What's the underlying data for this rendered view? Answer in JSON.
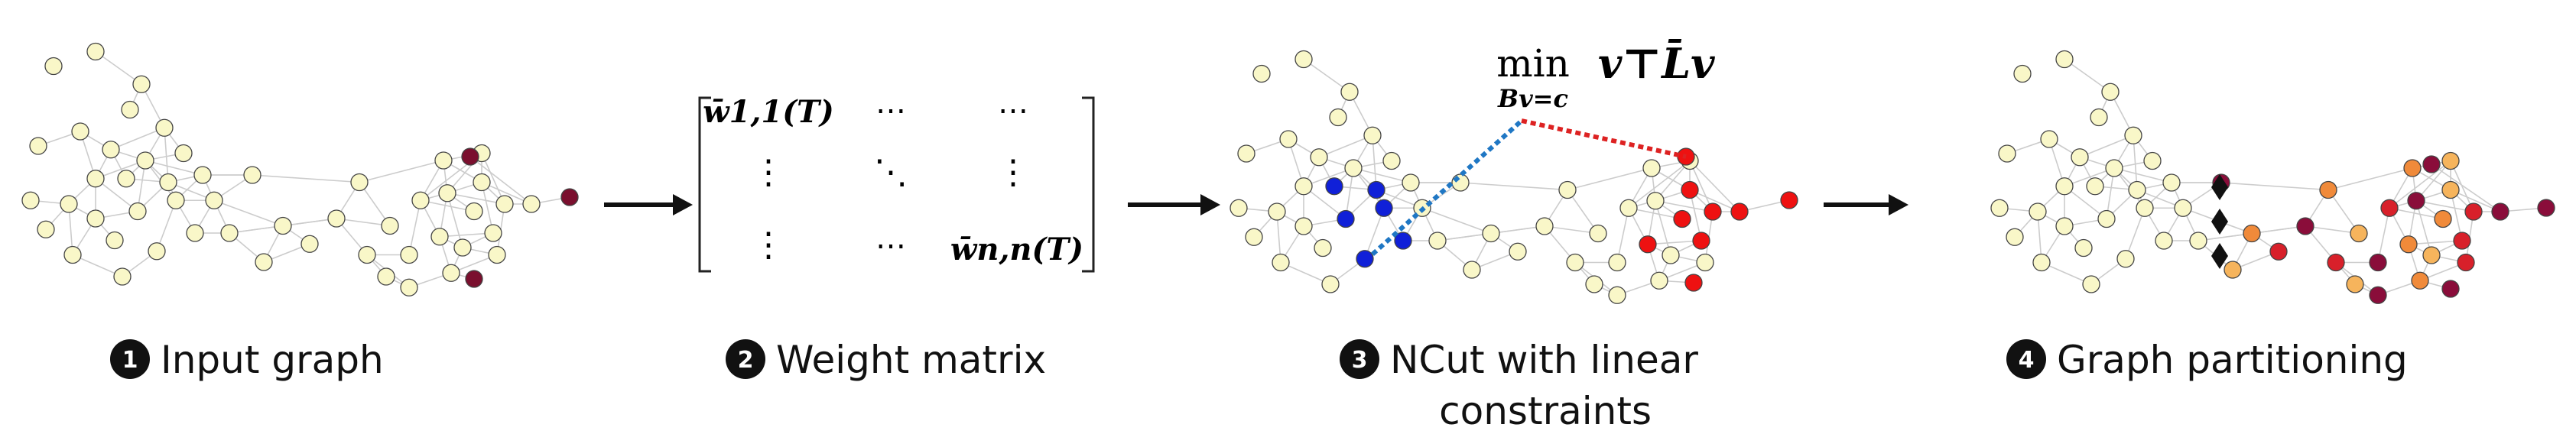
{
  "steps": [
    {
      "number": "1",
      "label": "Input graph"
    },
    {
      "number": "2",
      "label": "Weight matrix"
    },
    {
      "number": "3",
      "label": "NCut with linear",
      "label_line2": "constraints"
    },
    {
      "number": "4",
      "label": "Graph partitioning"
    }
  ],
  "matrix": {
    "top_left": "w̄1,1(T)",
    "bottom_right": "w̄n,n(T)",
    "h_dots": "⋯",
    "v_dots": "⋮",
    "d_dots": "⋱"
  },
  "objective": {
    "operator": "min",
    "constraint": "Bv=c",
    "expression": "v⊤L̄v"
  },
  "colors": {
    "node_default": "#f9f7c8",
    "node_stroke": "#444444",
    "edge": "#cccccc",
    "node_constraint_blue": "#1020d8",
    "node_constraint_red": "#ee1111",
    "node_highlight_dark": "#7a0f2e",
    "line_blue": "#1f77c4",
    "line_red": "#dd2222",
    "partition_orange": "#f08a3a",
    "partition_light_orange": "#f6b45c",
    "partition_red": "#d8202a",
    "partition_dark": "#8a0d3a",
    "separator": "#111111"
  }
}
